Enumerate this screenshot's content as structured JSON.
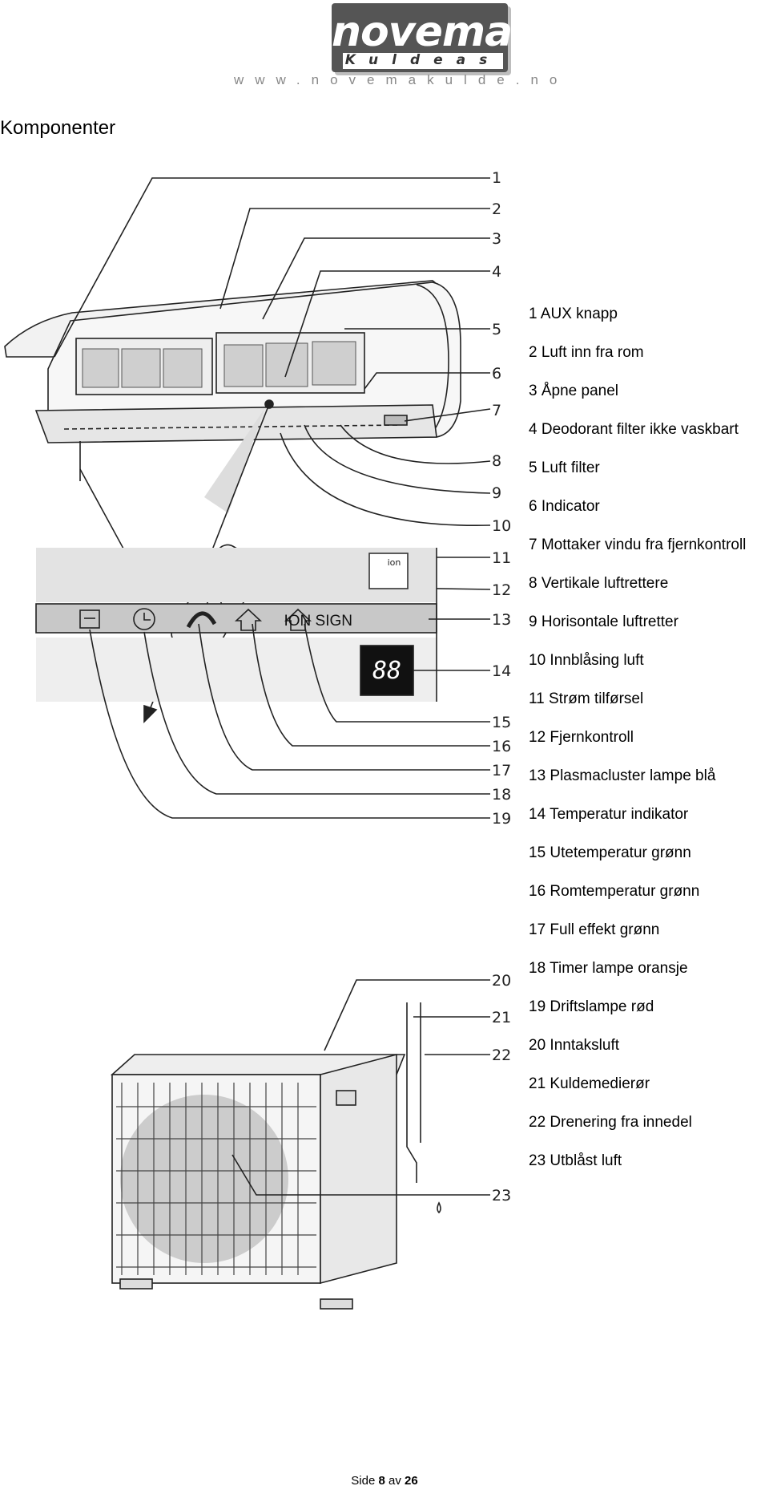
{
  "header": {
    "logo_word": "novema",
    "logo_sub": "Kuldeas",
    "url": "www.novemakulde.no"
  },
  "page_title": "Komponenter",
  "diagram": {
    "panel_label": "ION SIGN",
    "display_digits": "88",
    "ion_badge": "ion",
    "numbers": [
      "1",
      "2",
      "3",
      "4",
      "5",
      "6",
      "7",
      "8",
      "9",
      "10",
      "11",
      "12",
      "13",
      "14",
      "15",
      "16",
      "17",
      "18",
      "19",
      "20",
      "21",
      "22",
      "23"
    ]
  },
  "legend": [
    "1 AUX knapp",
    "2 Luft inn fra rom",
    "3 Åpne panel",
    "4 Deodorant filter ikke vaskbart",
    "5 Luft filter",
    "6 Indicator",
    "7 Mottaker vindu fra fjernkontroll",
    "8 Vertikale luftrettere",
    "9 Horisontale luftretter",
    "10 Innblåsing luft",
    "11 Strøm tilførsel",
    "12 Fjernkontroll",
    "13 Plasmacluster lampe blå",
    "14 Temperatur indikator",
    "15 Utetemperatur grønn",
    "16 Romtemperatur grønn",
    "17 Full effekt grønn",
    "18 Timer lampe oransje",
    "19 Driftslampe rød",
    "20 Inntaksluft",
    "21 Kuldemedierør",
    "22 Drenering fra innedel",
    "23 Utblåst luft"
  ],
  "footer": {
    "prefix": "Side ",
    "page": "8",
    "middle": " av ",
    "total": "26"
  }
}
